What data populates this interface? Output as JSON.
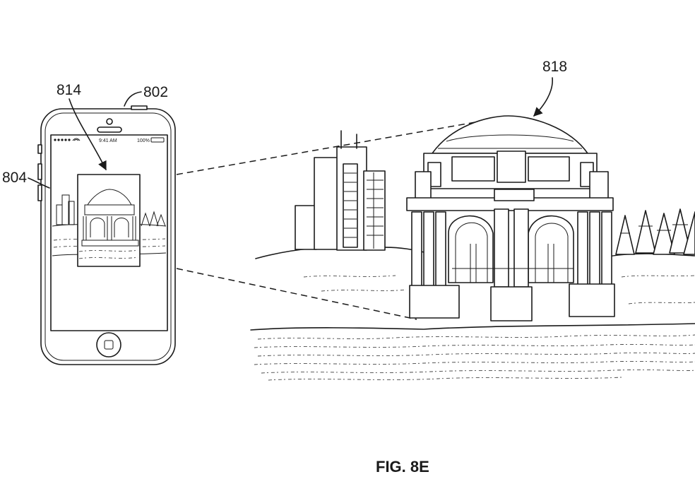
{
  "figure": {
    "caption": "FIG. 8E"
  },
  "references": {
    "device": "802",
    "screen_side": "804",
    "preview_frame": "814",
    "landmark": "818"
  },
  "phone_status": {
    "time": "9:41 AM",
    "battery": "100%"
  },
  "icons": {
    "arrow": "leader-arrow-icon",
    "home": "home-button-icon",
    "camera": "front-camera-icon",
    "speaker": "speaker-grille-icon",
    "battery": "battery-icon",
    "signal": "signal-dots-icon",
    "wifi": "wifi-icon"
  }
}
